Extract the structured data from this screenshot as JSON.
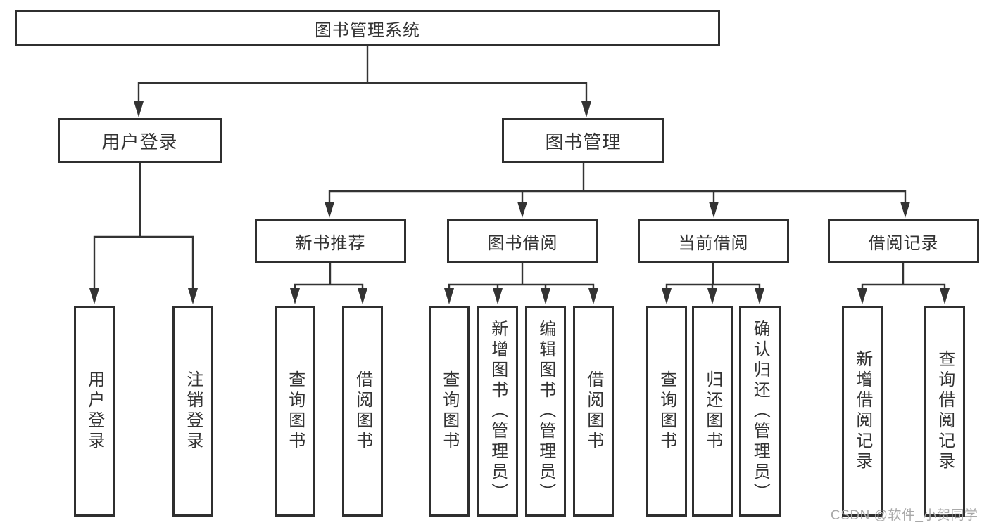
{
  "tree": {
    "root": {
      "label": "图书管理系统"
    },
    "branches": [
      {
        "label": "用户登录",
        "leaves": [
          {
            "label": "用户登录"
          },
          {
            "label": "注销登录"
          }
        ]
      },
      {
        "label": "图书管理",
        "sections": [
          {
            "label": "新书推荐",
            "leaves": [
              {
                "label": "查询图书"
              },
              {
                "label": "借阅图书"
              }
            ]
          },
          {
            "label": "图书借阅",
            "leaves": [
              {
                "label": "查询图书"
              },
              {
                "label": "新增图书（管理员）"
              },
              {
                "label": "编辑图书（管理员）"
              },
              {
                "label": "借阅图书"
              }
            ]
          },
          {
            "label": "当前借阅",
            "leaves": [
              {
                "label": "查询图书"
              },
              {
                "label": "归还图书"
              },
              {
                "label": "确认归还（管理员）"
              }
            ]
          },
          {
            "label": "借阅记录",
            "leaves": [
              {
                "label": "新增借阅记录"
              },
              {
                "label": "查询借阅记录"
              }
            ]
          }
        ]
      }
    ]
  },
  "watermark": {
    "text": "CSDN @软件_小贺同学"
  },
  "colors": {
    "line": "#333333",
    "box-border": "#2f2f2f",
    "text": "#333333",
    "watermark": "#a8a8a8"
  }
}
